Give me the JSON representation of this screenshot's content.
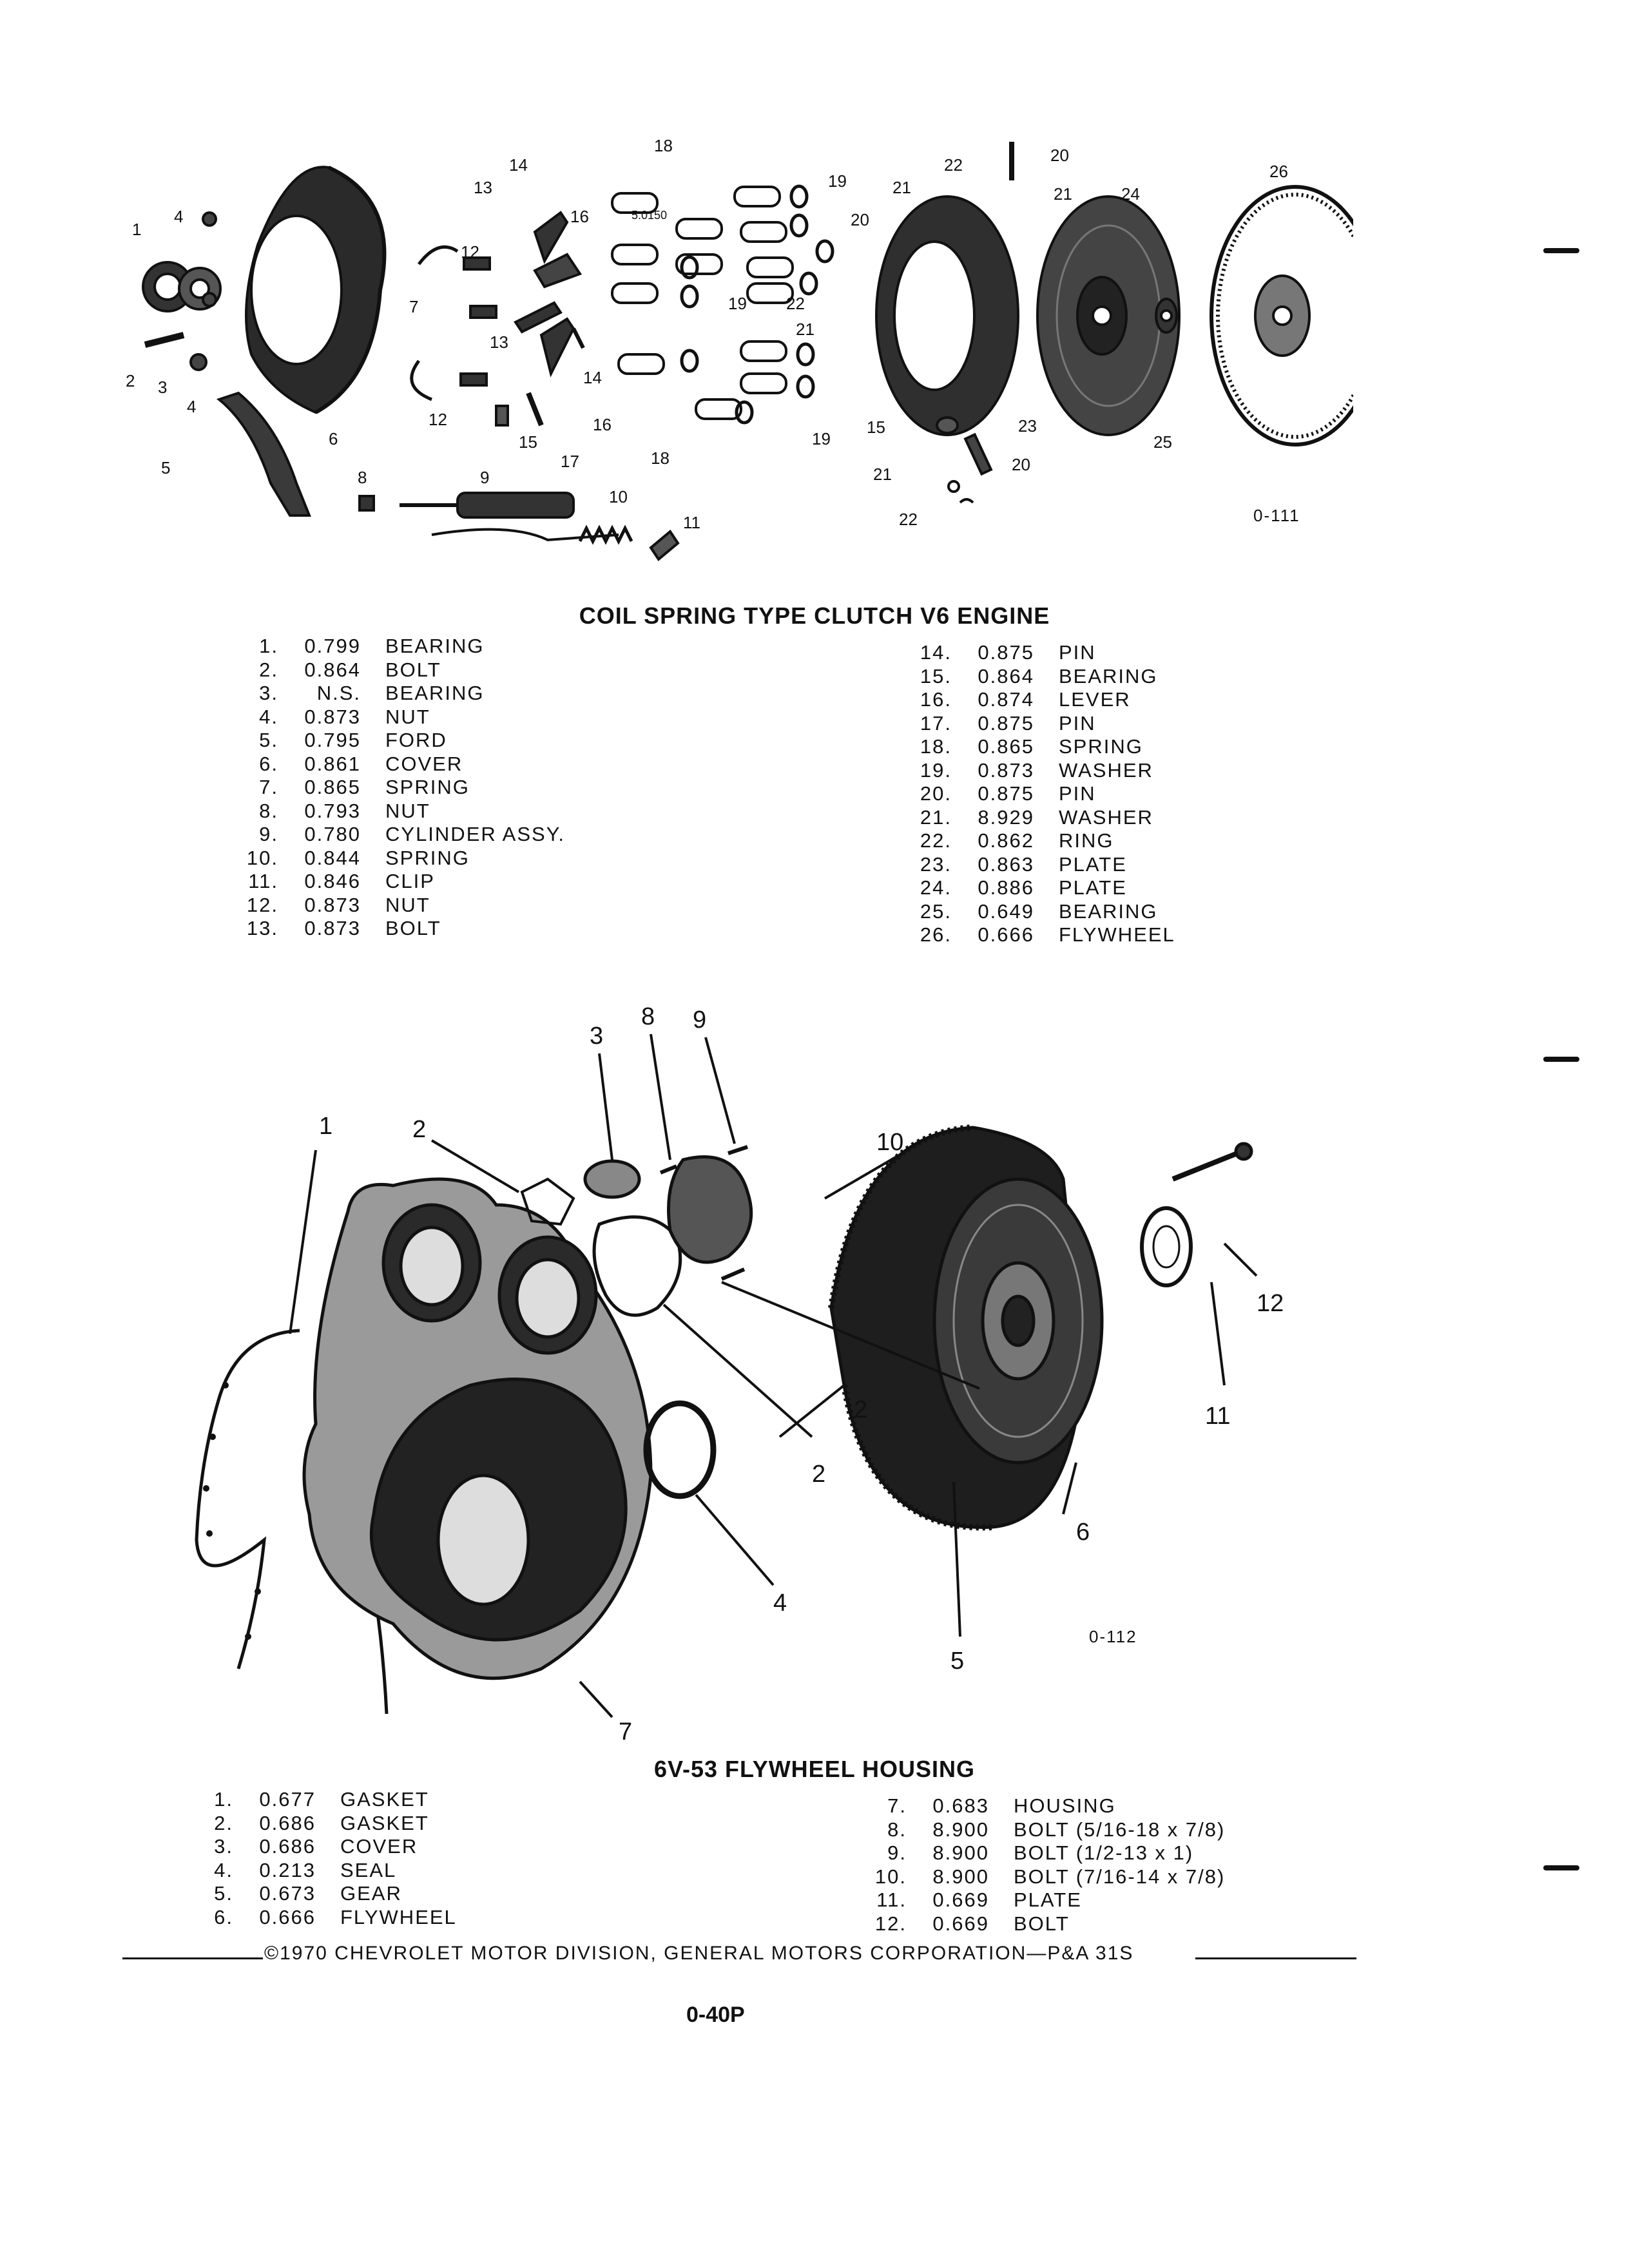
{
  "figure1": {
    "title": "COIL SPRING TYPE CLUTCH V6 ENGINE",
    "figure_id": "0-111",
    "stamp": "5.0150",
    "callouts": [
      "1",
      "2",
      "3",
      "4",
      "4",
      "5",
      "6",
      "7",
      "8",
      "9",
      "10",
      "11",
      "12",
      "12",
      "13",
      "13",
      "14",
      "14",
      "15",
      "15",
      "16",
      "16",
      "17",
      "18",
      "18",
      "19",
      "19",
      "19",
      "20",
      "20",
      "20",
      "21",
      "21",
      "21",
      "21",
      "22",
      "22",
      "22",
      "23",
      "24",
      "25",
      "26"
    ],
    "parts_left": [
      {
        "no": "1.",
        "num": "0.799",
        "desc": "BEARING"
      },
      {
        "no": "2.",
        "num": "0.864",
        "desc": "BOLT"
      },
      {
        "no": "3.",
        "num": "N.S.",
        "desc": "BEARING"
      },
      {
        "no": "4.",
        "num": "0.873",
        "desc": "NUT"
      },
      {
        "no": "5.",
        "num": "0.795",
        "desc": "FORD"
      },
      {
        "no": "6.",
        "num": "0.861",
        "desc": "COVER"
      },
      {
        "no": "7.",
        "num": "0.865",
        "desc": "SPRING"
      },
      {
        "no": "8.",
        "num": "0.793",
        "desc": "NUT"
      },
      {
        "no": "9.",
        "num": "0.780",
        "desc": "CYLINDER ASSY."
      },
      {
        "no": "10.",
        "num": "0.844",
        "desc": "SPRING"
      },
      {
        "no": "11.",
        "num": "0.846",
        "desc": "CLIP"
      },
      {
        "no": "12.",
        "num": "0.873",
        "desc": "NUT"
      },
      {
        "no": "13.",
        "num": "0.873",
        "desc": "BOLT"
      }
    ],
    "parts_right": [
      {
        "no": "14.",
        "num": "0.875",
        "desc": "PIN"
      },
      {
        "no": "15.",
        "num": "0.864",
        "desc": "BEARING"
      },
      {
        "no": "16.",
        "num": "0.874",
        "desc": "LEVER"
      },
      {
        "no": "17.",
        "num": "0.875",
        "desc": "PIN"
      },
      {
        "no": "18.",
        "num": "0.865",
        "desc": "SPRING"
      },
      {
        "no": "19.",
        "num": "0.873",
        "desc": "WASHER"
      },
      {
        "no": "20.",
        "num": "0.875",
        "desc": "PIN"
      },
      {
        "no": "21.",
        "num": "8.929",
        "desc": "WASHER"
      },
      {
        "no": "22.",
        "num": "0.862",
        "desc": "RING"
      },
      {
        "no": "23.",
        "num": "0.863",
        "desc": "PLATE"
      },
      {
        "no": "24.",
        "num": "0.886",
        "desc": "PLATE"
      },
      {
        "no": "25.",
        "num": "0.649",
        "desc": "BEARING"
      },
      {
        "no": "26.",
        "num": "0.666",
        "desc": "FLYWHEEL"
      }
    ]
  },
  "figure2": {
    "title": "6V-53 FLYWHEEL HOUSING",
    "figure_id": "0-112",
    "callouts": [
      "1",
      "2",
      "2",
      "2",
      "3",
      "4",
      "5",
      "6",
      "7",
      "8",
      "9",
      "10",
      "11",
      "12"
    ],
    "parts_left": [
      {
        "no": "1.",
        "num": "0.677",
        "desc": "GASKET"
      },
      {
        "no": "2.",
        "num": "0.686",
        "desc": "GASKET"
      },
      {
        "no": "3.",
        "num": "0.686",
        "desc": "COVER"
      },
      {
        "no": "4.",
        "num": "0.213",
        "desc": "SEAL"
      },
      {
        "no": "5.",
        "num": "0.673",
        "desc": "GEAR"
      },
      {
        "no": "6.",
        "num": "0.666",
        "desc": "FLYWHEEL"
      }
    ],
    "parts_right": [
      {
        "no": "7.",
        "num": "0.683",
        "desc": "HOUSING"
      },
      {
        "no": "8.",
        "num": "8.900",
        "desc": "BOLT (5/16-18 x 7/8)"
      },
      {
        "no": "9.",
        "num": "8.900",
        "desc": "BOLT (1/2-13 x 1)"
      },
      {
        "no": "10.",
        "num": "8.900",
        "desc": "BOLT (7/16-14 x 7/8)"
      },
      {
        "no": "11.",
        "num": "0.669",
        "desc": "PLATE"
      },
      {
        "no": "12.",
        "num": "0.669",
        "desc": "BOLT"
      }
    ]
  },
  "footer": {
    "copyright": "©1970 CHEVROLET MOTOR DIVISION, GENERAL MOTORS CORPORATION—P&A 31S",
    "page_number": "0-40P"
  }
}
